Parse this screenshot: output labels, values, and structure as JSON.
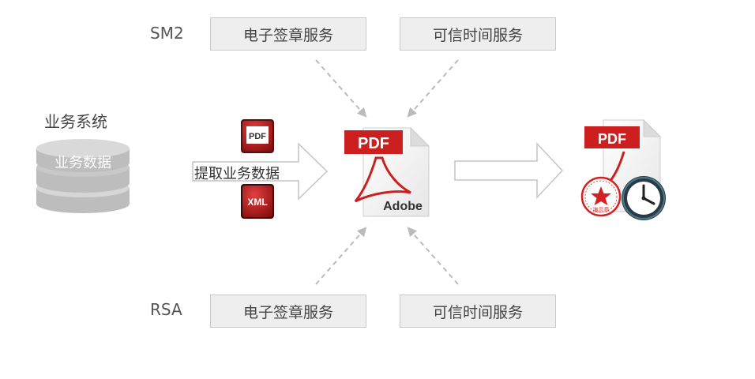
{
  "top_row": {
    "algorithm": "SM2",
    "sign_service": "电子签章服务",
    "timestamp_service": "可信时间服务"
  },
  "bottom_row": {
    "algorithm": "RSA",
    "sign_service": "电子签章服务",
    "timestamp_service": "可信时间服务"
  },
  "business_system": {
    "title": "业务系统",
    "database": "业务数据"
  },
  "extract": {
    "label": "提取业务数据",
    "pdf_icon_text": "PDF",
    "xml_icon_text": "XML"
  },
  "center_doc": {
    "badge": "PDF",
    "brand": "Adobe"
  },
  "result_doc": {
    "badge": "PDF",
    "seal_text": "演示章"
  },
  "colors": {
    "pdf_red": "#cc1f1f",
    "box_bg": "#eeeeee",
    "arrow_gray": "#bbbbbb"
  }
}
